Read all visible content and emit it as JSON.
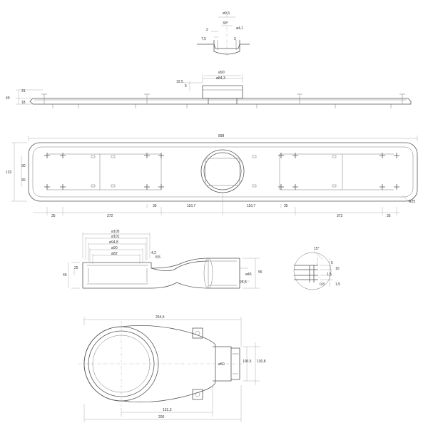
{
  "detail_top": {
    "dims": [
      "ø9,6",
      "30°",
      "ø4,1",
      "2",
      "7,5",
      "3"
    ]
  },
  "side_view": {
    "dims": [
      "49",
      "31",
      "18",
      "19,5",
      "5",
      "ø90",
      "ø84,3"
    ]
  },
  "top_view": {
    "dims": {
      "overall_length": "898",
      "height": "132",
      "left_30_top": "30",
      "left_30_bottom": "30",
      "radius": "R25",
      "seg_35_a": "35",
      "seg_372_a": "372",
      "seg_35_b": "35",
      "seg_1167_a": "116,7",
      "seg_1167_b": "116,7",
      "seg_35_c": "35",
      "seg_372_b": "372",
      "seg_35_d": "35"
    }
  },
  "siphon_section": {
    "diameters": [
      "ø105",
      "ø101",
      "ø94,8",
      "ø90",
      "ø82"
    ],
    "dims": [
      "4,2",
      "8,5",
      "25",
      "49",
      "ø45",
      "55",
      "25,5"
    ]
  },
  "seal_detail": {
    "dims": [
      "15°",
      "5",
      "10",
      "1,5",
      "0,8",
      "1,5"
    ]
  },
  "siphon_plan": {
    "dims": {
      "width": "254,5",
      "inner_dia": "ø50",
      "d1": "100,5",
      "d2": "130,8",
      "bottom_inner": "131,3",
      "bottom_outer": "200"
    }
  }
}
